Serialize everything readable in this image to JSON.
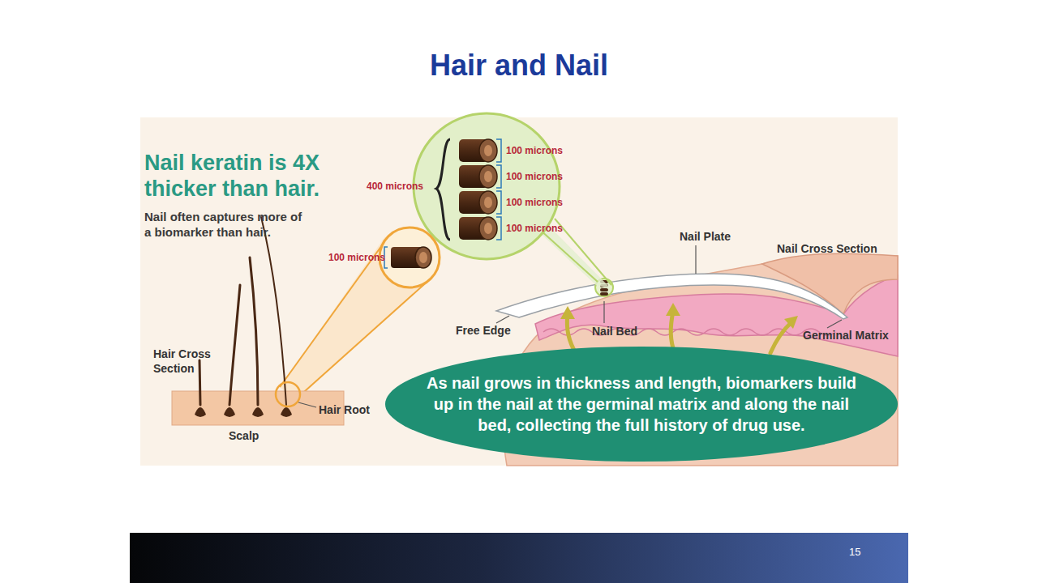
{
  "diagram": {
    "title": "Hair and Nail",
    "nodes": [
      {
        "text": [
          "As nail grows in thickness and length, biomarkers build up in the nail at the germinal matrix and along the nail bed, collecting the full history of drug use."
        ]
      }
    ],
    "labels": [
      "Nail keratin is 4X thicker than hair.",
      "Nail often captures more of a biomarker than hair.",
      "400 microns",
      "100 microns",
      "100 microns",
      "100 microns",
      "100 microns",
      "100 microns",
      "Nail Plate",
      "Nail Cross Section",
      "Free Edge",
      "Nail Bed",
      "Germinal Matrix",
      "Hair Cross Section",
      "Hair Root",
      "Scalp",
      "15"
    ]
  }
}
